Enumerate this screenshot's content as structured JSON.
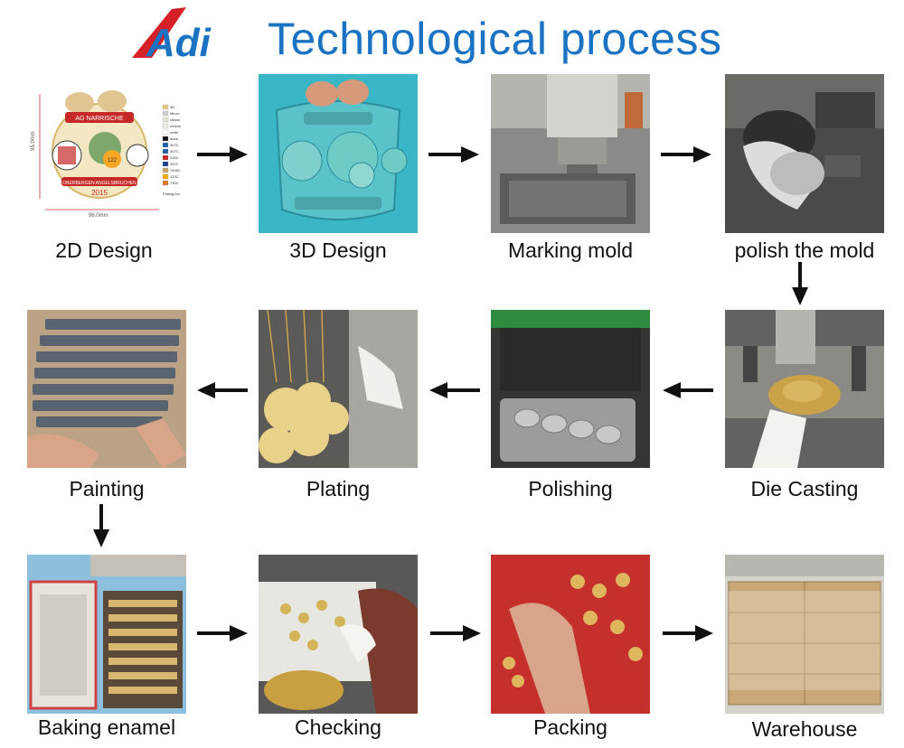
{
  "header": {
    "logo_text": "Adi",
    "title": "Technological process"
  },
  "design_sheet": {
    "dimension_height": "95.0mm",
    "dimension_width": "96.0mm",
    "medal_top_text": "AG NARRISCHE",
    "medal_bottom_text": "OBERBERGEN ANGELSBRUCHEN",
    "medal_year": "2015",
    "medal_number": "122",
    "legend": [
      "3D",
      "Mirror",
      "raised",
      "recess",
      "white",
      "black",
      "307C",
      "307C",
      "200C",
      "287C",
      "7406C",
      "123C",
      "730C"
    ],
    "plating_label": "Plating:brs"
  },
  "steps": [
    {
      "caption": "2D Design"
    },
    {
      "caption": "3D Design"
    },
    {
      "caption": "Marking mold"
    },
    {
      "caption": "polish the mold"
    },
    {
      "caption": "Die Casting"
    },
    {
      "caption": "Polishing"
    },
    {
      "caption": "Plating"
    },
    {
      "caption": "Painting"
    },
    {
      "caption": "Baking enamel"
    },
    {
      "caption": "Checking"
    },
    {
      "caption": "Packing"
    },
    {
      "caption": "Warehouse"
    }
  ],
  "colors": {
    "title": "#1a73c2",
    "logo_blue": "#1a73c2",
    "logo_red": "#d42027",
    "arrow": "#111111"
  }
}
